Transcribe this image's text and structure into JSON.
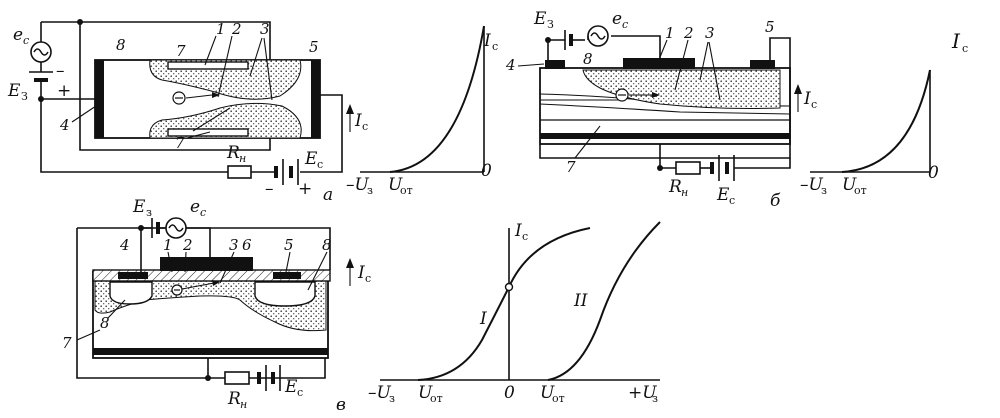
{
  "colors": {
    "ink": "#111111",
    "paper": "#ffffff",
    "stipple": "#d9d9d9"
  },
  "figure_a": {
    "source_e": "e",
    "source_e_sub": "с",
    "bias_E": "E",
    "bias_E_sub": "З",
    "minus": "–",
    "plus": "+",
    "load": "R",
    "load_sub": "н",
    "supply_E": "E",
    "supply_E_sub": "с",
    "current": "I",
    "current_sub": "с",
    "part_label": "а",
    "parts": [
      "1",
      "2",
      "3",
      "4",
      "5",
      "7",
      "7",
      "8"
    ]
  },
  "graph_a": {
    "y_label": "I",
    "y_sub": "с",
    "x_neg": "–U",
    "x_neg_sub": "з",
    "x_cut": "U",
    "x_cut_sub": "от",
    "origin": "0"
  },
  "figure_b": {
    "bias_E": "E",
    "bias_E_sub": "З",
    "source_e": "e",
    "source_e_sub": "с",
    "load": "R",
    "load_sub": "н",
    "supply_E": "E",
    "supply_E_sub": "с",
    "current": "I",
    "current_sub": "с",
    "part_label": "б",
    "parts": [
      "1",
      "2",
      "3",
      "4",
      "5",
      "7",
      "8"
    ]
  },
  "graph_b": {
    "y_label": "I",
    "y_sub": "с",
    "x_neg": "–U",
    "x_neg_sub": "з",
    "x_cut": "U",
    "x_cut_sub": "от",
    "origin": "0"
  },
  "figure_c": {
    "bias_E": "E",
    "bias_E_sub": "з",
    "source_e": "e",
    "source_e_sub": "с",
    "load": "R",
    "load_sub": "н",
    "supply_E": "E",
    "supply_E_sub": "с",
    "current": "I",
    "current_sub": "с",
    "part_label": "в",
    "parts": [
      "1",
      "2",
      "3",
      "4",
      "5",
      "6",
      "7",
      "8",
      "8"
    ]
  },
  "graph_c": {
    "y_label": "I",
    "y_sub": "с",
    "x_neg": "–U",
    "x_neg_sub": "з",
    "x_cut1": "U",
    "x_cut1_sub": "от",
    "origin": "0",
    "x_cut2": "U",
    "x_cut2_sub": "от",
    "x_pos": "+U",
    "x_pos_sub": "з",
    "curve1": "I",
    "curve2": "II"
  }
}
